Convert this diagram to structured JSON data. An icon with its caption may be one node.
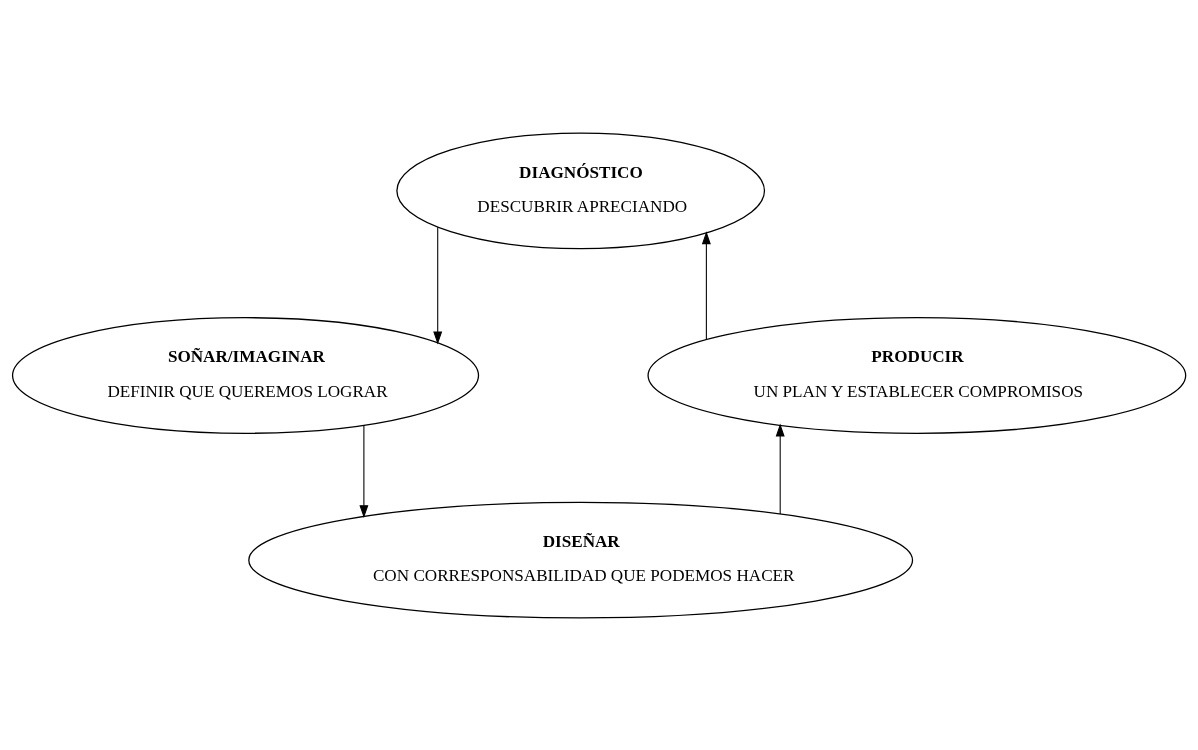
{
  "diagram": {
    "nodes": [
      {
        "text": [
          "DIAGNÓSTICO",
          "DESCUBRIR APRECIANDO"
        ]
      },
      {
        "text": [
          "SOÑAR/IMAGINAR",
          "DEFINIR QUE QUEREMOS LOGRAR"
        ]
      },
      {
        "text": [
          "DISEÑAR",
          "CON CORRESPONSABILIDAD QUE PODEMOS HACER"
        ]
      },
      {
        "text": [
          "PRODUCIR",
          "UN PLAN Y ESTABLECER COMPROMISOS"
        ]
      }
    ],
    "edges": [
      {
        "from": 0,
        "to": 1,
        "arrow": "to"
      },
      {
        "from": 1,
        "to": 2,
        "arrow": "to"
      },
      {
        "from": 2,
        "to": 3,
        "arrow": "to"
      },
      {
        "from": 3,
        "to": 0,
        "arrow": "to"
      }
    ]
  }
}
